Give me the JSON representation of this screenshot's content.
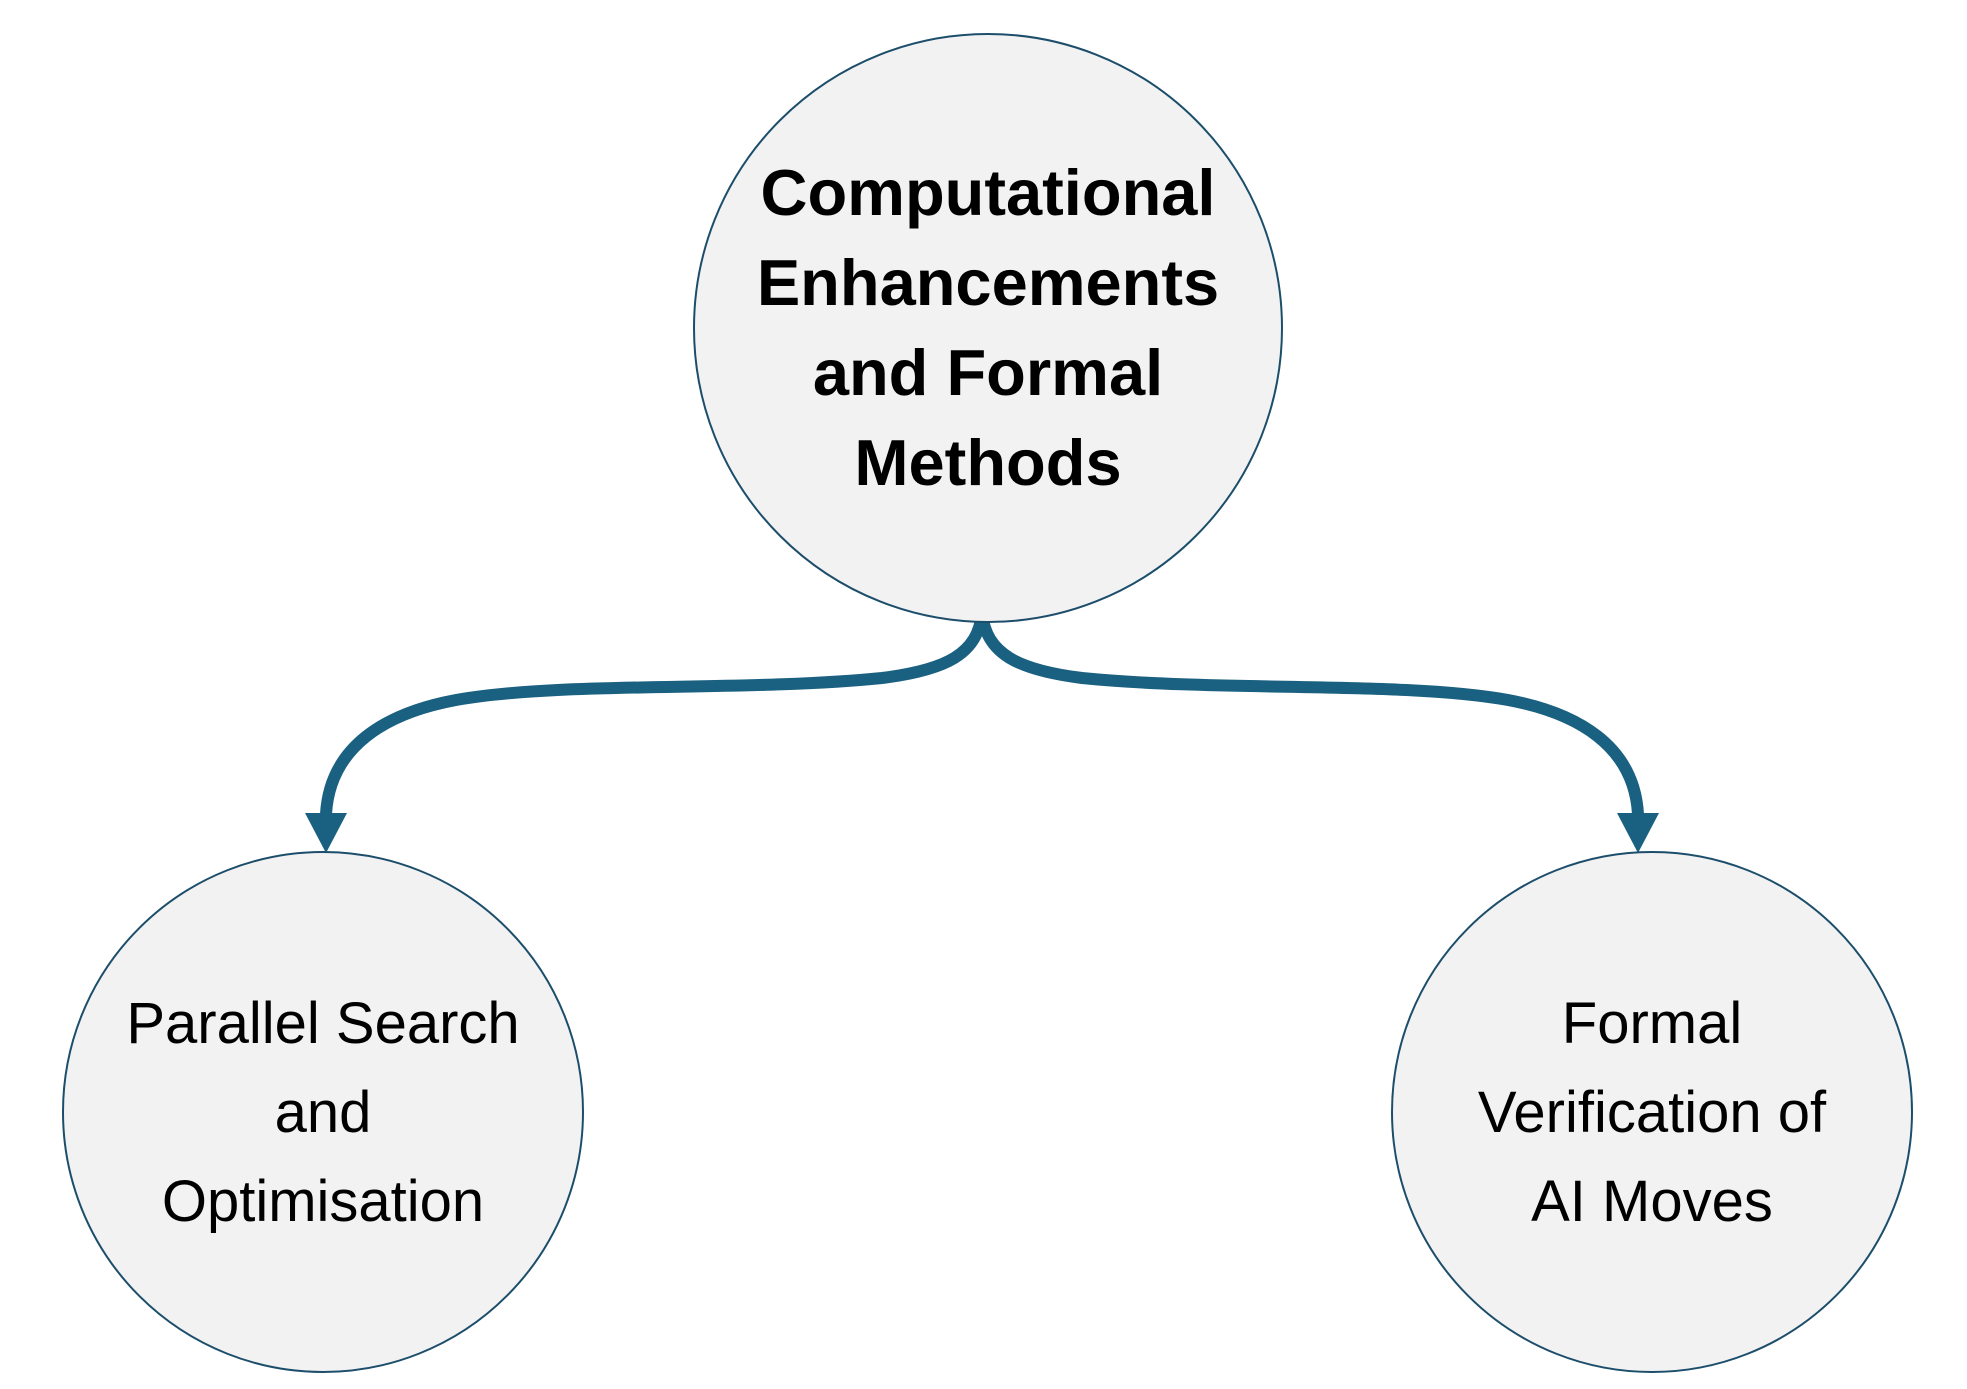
{
  "diagram": {
    "type": "hierarchy",
    "background": "#FFFFFF",
    "colors": {
      "node_fill": "#F2F2F2",
      "node_border": "#1C4E6B",
      "arrow": "#1A6080",
      "text": "#000000"
    },
    "nodes": {
      "top": {
        "label": "Computational Enhancements and Formal Methods",
        "bold": true,
        "lines": [
          "Computational",
          "Enhancements",
          "and Formal",
          "Methods"
        ]
      },
      "left": {
        "label": "Parallel Search and Optimisation",
        "bold": false,
        "lines": [
          "Parallel Search",
          "and",
          "Optimisation"
        ]
      },
      "right": {
        "label": "Formal Verification of AI Moves",
        "bold": false,
        "lines": [
          "Formal",
          "Verification of",
          "AI Moves"
        ]
      }
    },
    "edges": [
      {
        "from": "top",
        "to": "left",
        "style": "curved-arrow"
      },
      {
        "from": "top",
        "to": "right",
        "style": "curved-arrow"
      }
    ]
  }
}
